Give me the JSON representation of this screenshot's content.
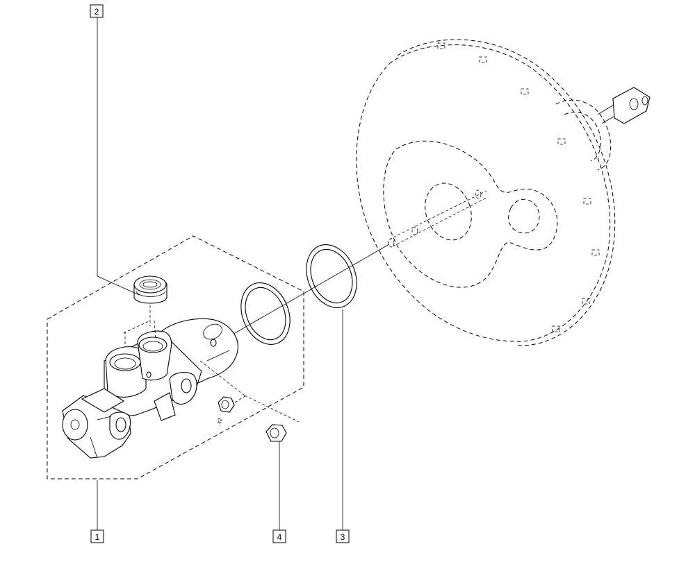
{
  "callouts": [
    {
      "id": "1",
      "label": "1"
    },
    {
      "id": "2",
      "label": "2"
    },
    {
      "id": "3",
      "label": "3"
    },
    {
      "id": "4",
      "label": "4"
    }
  ],
  "annotations": {
    "nut_quantity": "x2"
  }
}
